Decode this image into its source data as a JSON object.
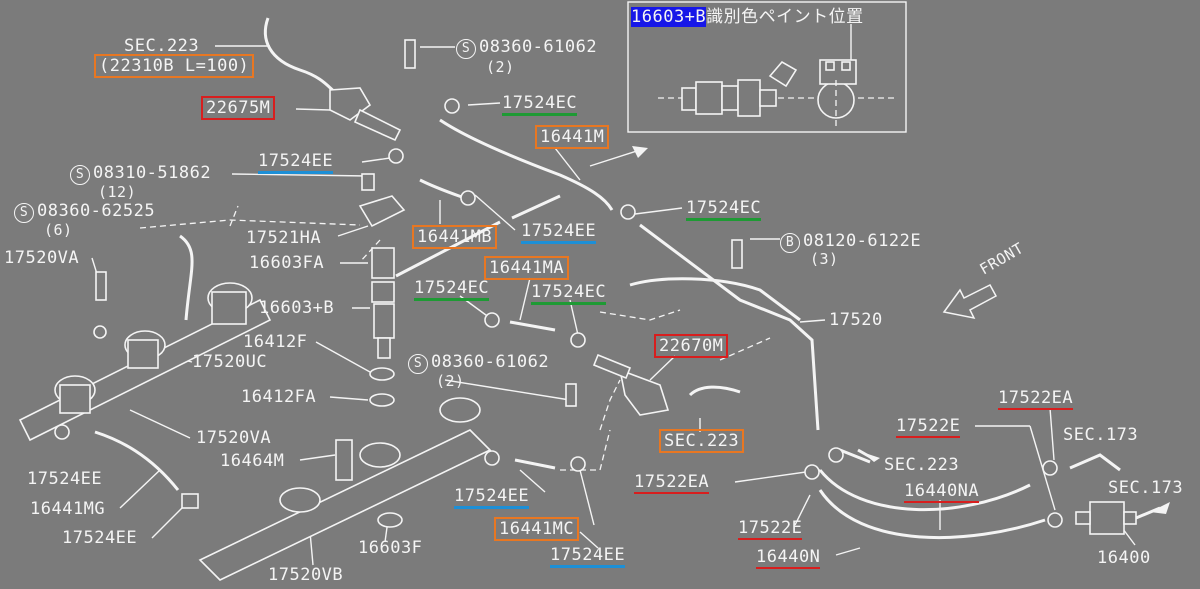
{
  "inset": {
    "highlight_code": "16603+B",
    "caption": "識別色ペイント位置"
  },
  "labels": {
    "sec223_top": "SEC.223",
    "hose_22310b": "(22310B L=100)",
    "p22675m": "22675M",
    "s08360_61062_a": "08360-61062",
    "s08360_61062_a_qty": "(2)",
    "p17524ec_a": "17524EC",
    "p16441m": "16441M",
    "p17524ee_a": "17524EE",
    "s08310_51862": "08310-51862",
    "s08310_51862_qty": "(12)",
    "s08360_62525": "08360-62525",
    "s08360_62525_qty": "(6)",
    "p17524ec_b": "17524EC",
    "p17521ha": "17521HA",
    "p16441mb": "16441MB",
    "p17524ee_b": "17524EE",
    "b08120_6122e": "08120-6122E",
    "b08120_6122e_qty": "(3)",
    "p17520va_a": "17520VA",
    "p16603fa": "16603FA",
    "p16441ma": "16441MA",
    "front": "FRONT",
    "p17524ec_c": "17524EC",
    "p17524ec_d": "17524EC",
    "p16603b": "16603+B",
    "p17520": "17520",
    "p16412f": "16412F",
    "p22670m": "22670M",
    "p17520uc": "17520UC",
    "s08360_61062_b": "08360-61062",
    "s08360_61062_b_qty": "(2)",
    "p16412fa": "16412FA",
    "p17522ea_a": "17522EA",
    "p17522e_a": "17522E",
    "sec173_a": "SEC.173",
    "p17520va_b": "17520VA",
    "sec223_mid": "SEC.223",
    "sec223_right": "SEC.223",
    "p16464m": "16464M",
    "p17524ee_c": "17524EE",
    "p17522ea_b": "17522EA",
    "p16440na": "16440NA",
    "sec173_b": "SEC.173",
    "p16441mg": "16441MG",
    "p17524ee_d": "17524EE",
    "p16441mc": "16441MC",
    "p17522e_b": "17522E",
    "p17524ee_e": "17524EE",
    "p17524ee_f": "17524EE",
    "p16603f": "16603F",
    "p16440n": "16440N",
    "p16400": "16400",
    "p17520vb": "17520VB"
  },
  "markers": {
    "s": "S",
    "b": "B"
  },
  "colors": {
    "background": "#7b7b7b",
    "line": "#f4f4f4",
    "box_orange": "#e87722",
    "box_red": "#d81e1e",
    "underline_blue": "#1d8fd6",
    "underline_green": "#1e9a34",
    "underline_red": "#d81e1e",
    "highlight": "#1717e8"
  }
}
